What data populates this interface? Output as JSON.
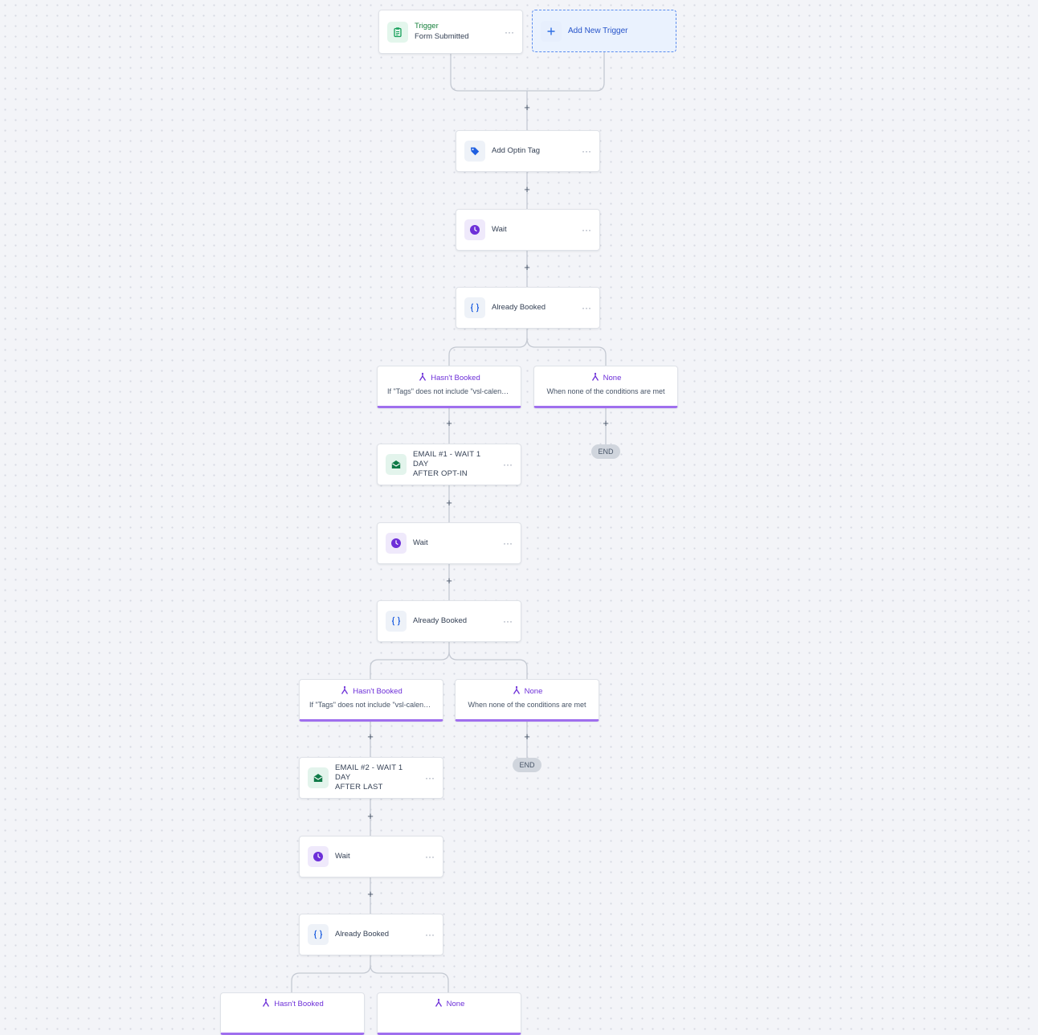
{
  "trigger": {
    "title": "Trigger",
    "subtitle": "Form Submitted",
    "icon": "clipboard-icon"
  },
  "add_trigger": {
    "label": "Add New Trigger",
    "icon": "plus-icon"
  },
  "menu_glyph": "···",
  "plus_glyph": "+",
  "end_label": "END",
  "steps": {
    "add_optin_tag": {
      "label": "Add Optin Tag",
      "icon": "tag-icon"
    },
    "wait_1": {
      "label": "Wait",
      "icon": "clock-icon"
    },
    "already_booked_1": {
      "label": "Already Booked",
      "icon": "braces-icon"
    },
    "email_1": {
      "label": "EMAIL #1 - WAIT 1 DAY\nAFTER OPT-IN",
      "icon": "envelope-open-icon"
    },
    "wait_2": {
      "label": "Wait",
      "icon": "clock-icon"
    },
    "already_booked_2": {
      "label": "Already Booked",
      "icon": "braces-icon"
    },
    "email_2": {
      "label": "EMAIL #2 - WAIT 1 DAY\nAFTER LAST",
      "icon": "envelope-open-icon"
    },
    "wait_3": {
      "label": "Wait",
      "icon": "clock-icon"
    },
    "already_booked_3": {
      "label": "Already Booked",
      "icon": "braces-icon"
    }
  },
  "branches": {
    "level1_hasnt": {
      "title": "Hasn't Booked",
      "desc": "If \"Tags\" does not include \"vsl-calendar\""
    },
    "level1_none": {
      "title": "None",
      "desc": "When none of the conditions are met"
    },
    "level2_hasnt": {
      "title": "Hasn't Booked",
      "desc": "If \"Tags\" does not include \"vsl-calendar\""
    },
    "level2_none": {
      "title": "None",
      "desc": "When none of the conditions are met"
    },
    "level3_hasnt": {
      "title": "Hasn't Booked",
      "desc": ""
    },
    "level3_none": {
      "title": "None",
      "desc": ""
    }
  },
  "colors": {
    "branch_accent": "#9f6fee",
    "trigger_green": "#16803c",
    "add_trigger_blue": "#2553c9",
    "connector": "#c4c9d2"
  }
}
